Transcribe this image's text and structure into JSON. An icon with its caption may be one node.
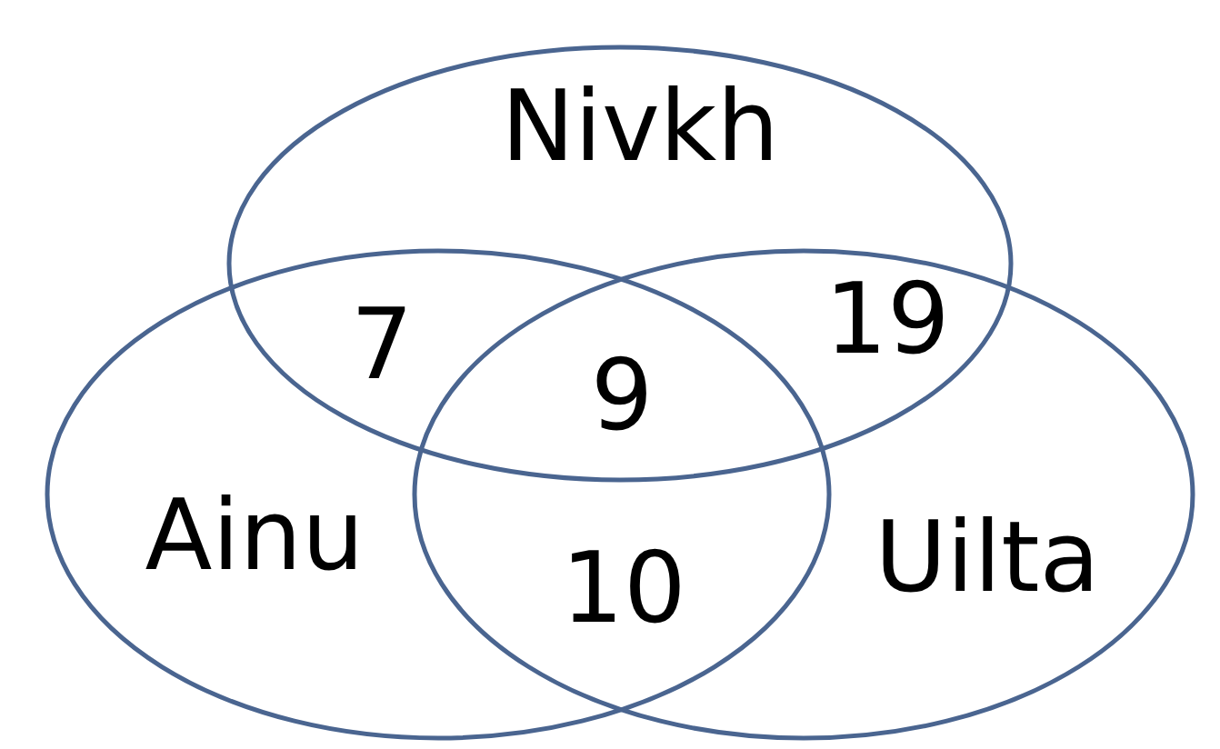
{
  "diagram": {
    "nodes": [
      {
        "text": [
          "Nivkh"
        ]
      },
      {
        "text": [
          "Ainu"
        ]
      },
      {
        "text": [
          "Uilta"
        ]
      }
    ],
    "labels": [
      "7",
      "9",
      "19",
      "10"
    ]
  }
}
